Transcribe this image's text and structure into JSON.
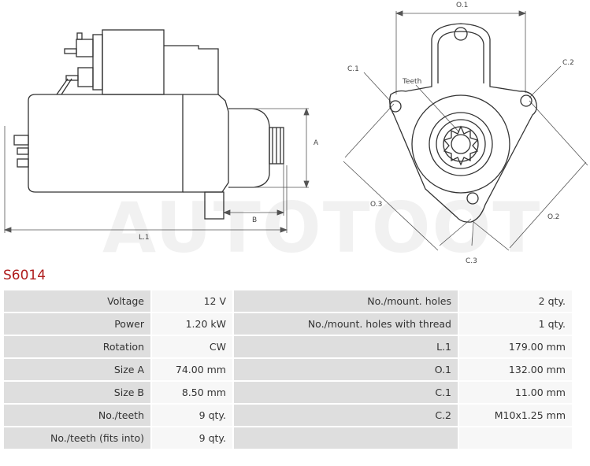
{
  "watermark": "AUTOTOOT",
  "part_number": "S6014",
  "diagram_labels": {
    "o1": "O.1",
    "c1": "C.1",
    "c2": "C.2",
    "teeth": "Teeth",
    "a": "A",
    "b": "B",
    "l1": "L.1",
    "o2": "O.2",
    "o3": "O.3",
    "c3": "C.3"
  },
  "specs": [
    {
      "k1": "Voltage",
      "v1": "12 V",
      "k2": "No./mount. holes",
      "v2": "2 qty."
    },
    {
      "k1": "Power",
      "v1": "1.20 kW",
      "k2": "No./mount. holes with thread",
      "v2": "1 qty."
    },
    {
      "k1": "Rotation",
      "v1": "CW",
      "k2": "L.1",
      "v2": "179.00 mm"
    },
    {
      "k1": "Size A",
      "v1": "74.00 mm",
      "k2": "O.1",
      "v2": "132.00 mm"
    },
    {
      "k1": "Size B",
      "v1": "8.50 mm",
      "k2": "C.1",
      "v2": "11.00 mm"
    },
    {
      "k1": "No./teeth",
      "v1": "9 qty.",
      "k2": "C.2",
      "v2": "M10x1.25 mm"
    },
    {
      "k1": "No./teeth (fits into)",
      "v1": "9 qty.",
      "k2": "",
      "v2": ""
    }
  ]
}
